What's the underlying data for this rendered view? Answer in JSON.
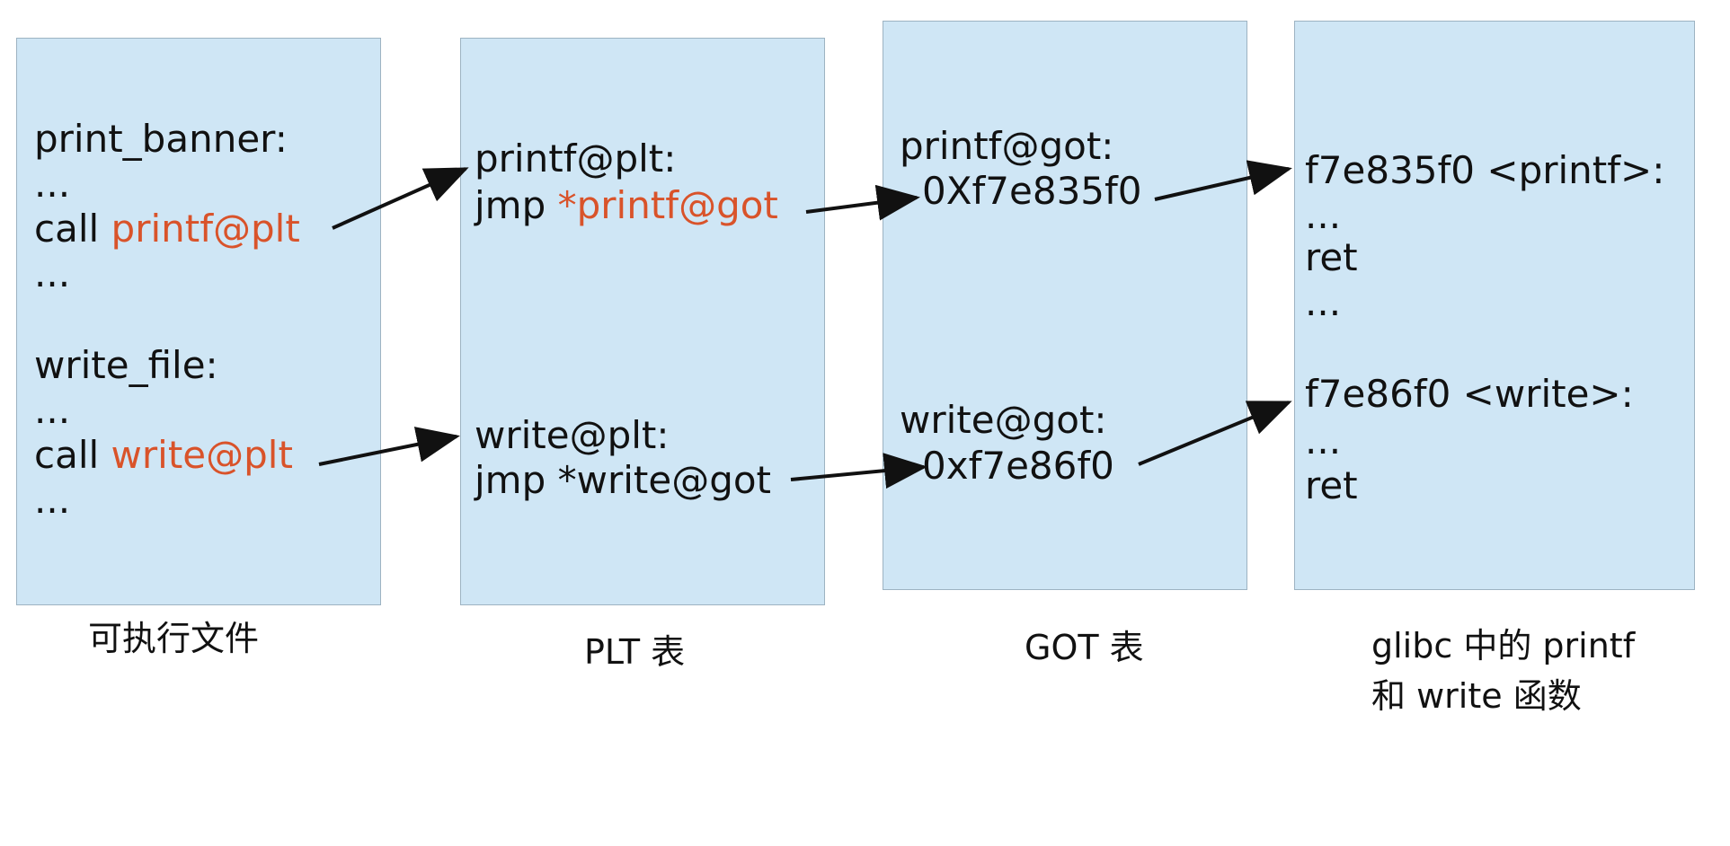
{
  "executable": {
    "caption": "可执行文件",
    "lines": {
      "label1": "print_banner:",
      "dots1": "...",
      "call1_prefix": "call ",
      "call1_target": "printf@plt",
      "dots2": "...",
      "label2": "write_file:",
      "dots3": "...",
      "call2_prefix": "call ",
      "call2_target": "write@plt",
      "dots4": "..."
    }
  },
  "plt": {
    "caption": "PLT 表",
    "printf_label": "printf@plt:",
    "printf_jmp_prefix": "jmp ",
    "printf_jmp_target": "*printf@got",
    "write_label": "write@plt:",
    "write_jmp": "jmp *write@got"
  },
  "got": {
    "caption": "GOT 表",
    "printf_label": "printf@got:",
    "printf_addr": "0Xf7e835f0",
    "write_label": "write@got:",
    "write_addr": "0xf7e86f0"
  },
  "glibc": {
    "caption_line1": "glibc 中的 printf",
    "caption_line2": "和 write 函数",
    "printf_entry": "f7e835f0 <printf>:",
    "dots1": "...",
    "ret1": "ret",
    "dots2": "...",
    "write_entry": "f7e86f0 <write>:",
    "dots3": "...",
    "ret2": "ret"
  },
  "colors": {
    "box_fill": "#cfe6f5",
    "highlight": "#d9532a",
    "arrow": "#111111"
  }
}
